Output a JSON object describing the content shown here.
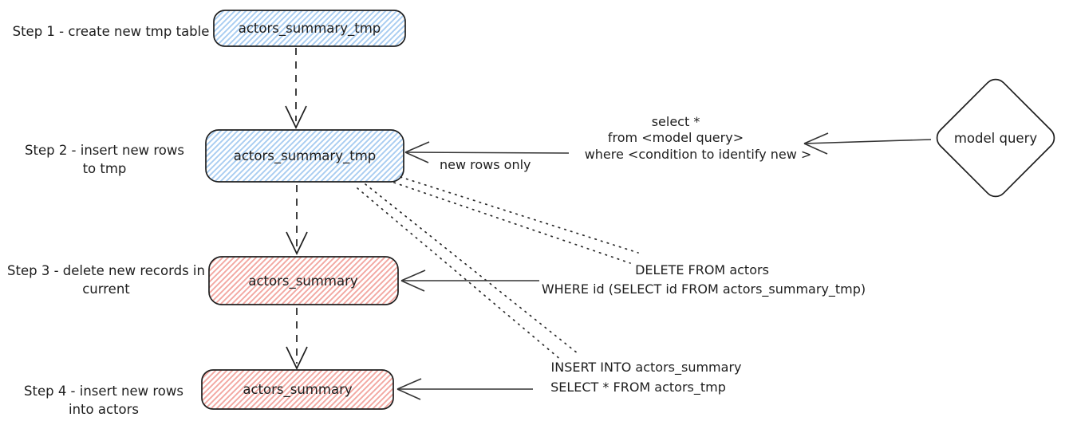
{
  "diagram": {
    "colors": {
      "blue_hatch": "#a9cdf1",
      "red_hatch": "#f3a8a2",
      "stroke": "#1e1e1e",
      "node_fill": "#ffffff"
    },
    "steps": [
      {
        "label_line1": "Step 1 - create new tmp table",
        "label_line2": "",
        "node_label": "actors_summary_tmp",
        "node_color": "blue"
      },
      {
        "label_line1": "Step 2 - insert new rows",
        "label_line2": "to tmp",
        "node_label": "actors_summary_tmp",
        "node_color": "blue"
      },
      {
        "label_line1": "Step 3 - delete new records in",
        "label_line2": "current",
        "node_label": "actors_summary",
        "node_color": "red"
      },
      {
        "label_line1": "Step 4 - insert new rows",
        "label_line2": "into actors",
        "node_label": "actors_summary",
        "node_color": "red"
      }
    ],
    "annotations": {
      "select_query_lines": [
        "select *",
        "from <model query>",
        "where <condition to identify new >"
      ],
      "new_rows_label": "new rows only",
      "delete_query_lines": [
        "DELETE FROM actors",
        "WHERE id (SELECT id FROM actors_summary_tmp)"
      ],
      "insert_query_lines": [
        "INSERT INTO actors_summary",
        "SELECT * FROM actors_tmp"
      ]
    },
    "model_query": {
      "label": "model query"
    }
  }
}
